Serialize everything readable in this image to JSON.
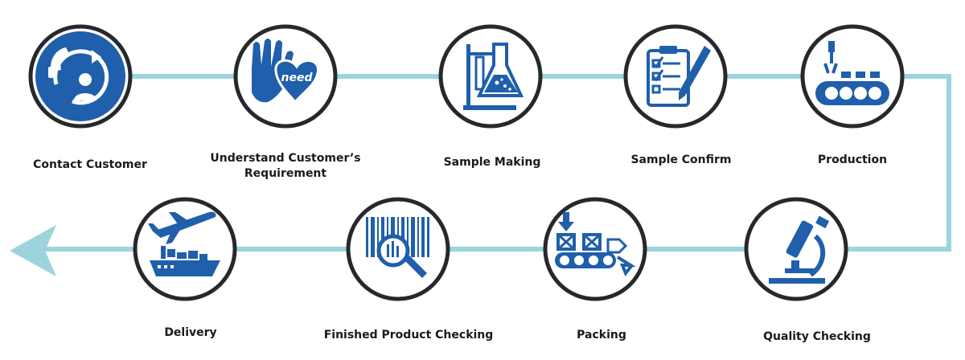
{
  "colors": {
    "primary_blue": "#1f5fab",
    "ring_border": "#27282c",
    "connector": "#9bd4dc",
    "label": "#1a1a1a"
  },
  "steps": [
    {
      "name": "contact-customer",
      "icon": "phone-person-icon",
      "lines": [
        "Contact Customer"
      ]
    },
    {
      "name": "understand-requirement",
      "icon": "hands-heart-icon",
      "lines": [
        "Understand Customer’s",
        "Requirement"
      ],
      "badge": "need"
    },
    {
      "name": "sample-making",
      "icon": "flask-icon",
      "lines": [
        "Sample Making"
      ]
    },
    {
      "name": "sample-confirm",
      "icon": "clipboard-check-icon",
      "lines": [
        "Sample Confirm"
      ]
    },
    {
      "name": "production",
      "icon": "conveyor-robot-icon",
      "lines": [
        "Production"
      ]
    },
    {
      "name": "quality-checking",
      "icon": "microscope-icon",
      "lines": [
        "Quality Checking"
      ]
    },
    {
      "name": "packing",
      "icon": "packing-conveyor-icon",
      "lines": [
        "Packing"
      ]
    },
    {
      "name": "finished-product-checking",
      "icon": "barcode-magnifier-icon",
      "lines": [
        "Finished Product Checking"
      ]
    },
    {
      "name": "delivery",
      "icon": "plane-ship-icon",
      "lines": [
        "Delivery"
      ]
    }
  ]
}
